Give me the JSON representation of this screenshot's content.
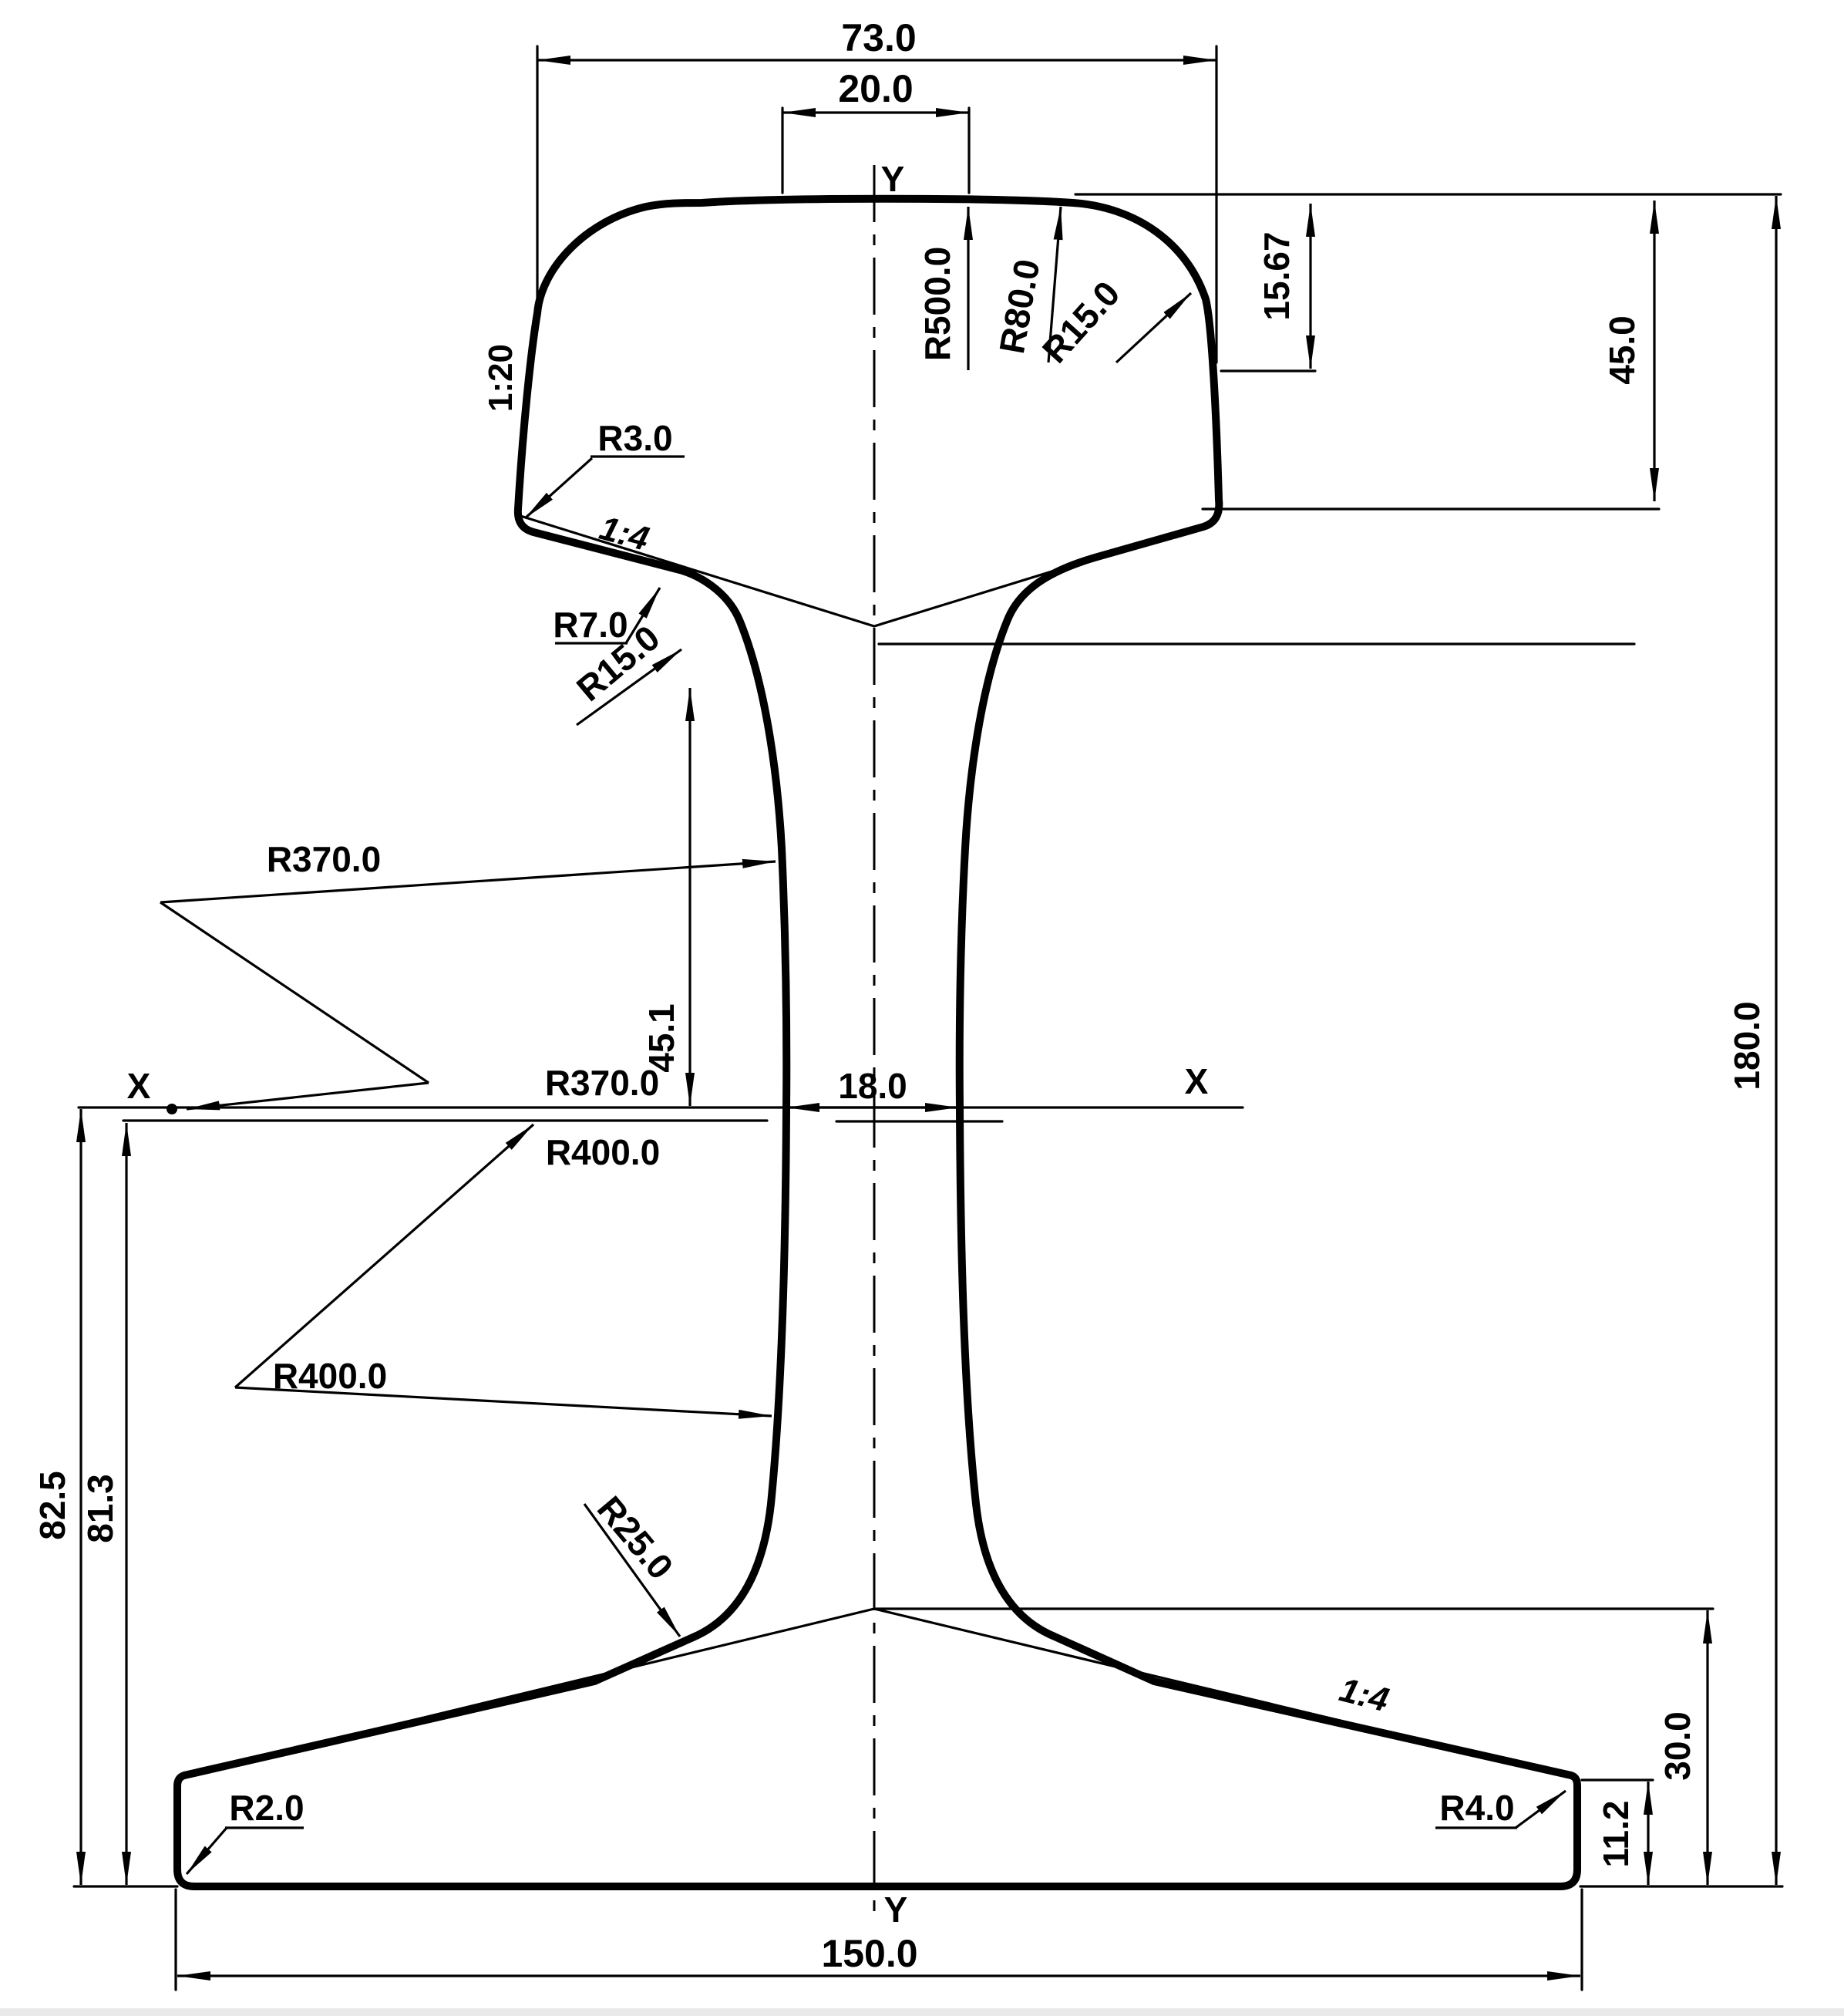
{
  "drawing": {
    "axes": {
      "x_left": "X",
      "x_right": "X",
      "y_top": "Y",
      "y_bottom": "Y"
    },
    "dims": {
      "head_width": "73.0",
      "crown_width": "20.0",
      "crown_radius": "R500.0",
      "shoulder_radius": "R80.0",
      "head_corner_radius": "R15.0",
      "gauge_corner_depth": "15.67",
      "head_height": "45.0",
      "head_side_slope": "1:20",
      "underhead_corner_radius": "R3.0",
      "underhead_slope": "1:4",
      "underhead_fillet_r7": "R7.0",
      "underhead_fillet_r15": "R15.0",
      "web_upper_height": "45.1",
      "web_radius_upper_label": "R370.0",
      "web_radius_upper_ref": "R370.0",
      "web_thickness": "18.0",
      "web_radius_lower_ref": "R400.0",
      "web_radius_lower_label": "R400.0",
      "axis_to_base": "82.5",
      "axis_to_base_alt": "81.3",
      "foot_fillet_radius": "R25.0",
      "foot_slope": "1:4",
      "foot_height": "30.0",
      "foot_edge_height": "11.2",
      "foot_corner_left": "R2.0",
      "foot_corner_right": "R4.0",
      "foot_width": "150.0",
      "total_height": "180.0"
    }
  }
}
